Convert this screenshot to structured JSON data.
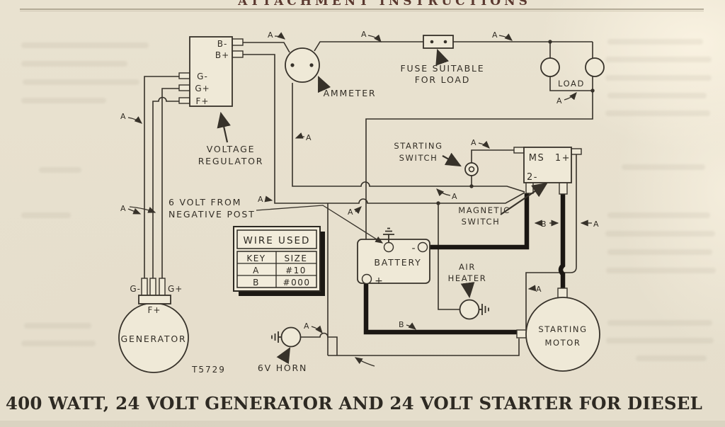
{
  "page": {
    "header": "ATTACHMENT INSTRUCTIONS",
    "caption": "400 WATT, 24 VOLT GENERATOR AND 24 VOLT STARTER FOR DIESEL",
    "drawing_number": "T5729"
  },
  "colors": {
    "paper": "#e9e2d0",
    "ink": "#37322a",
    "heavy_wire": "#1b1713",
    "header_ink": "#5a382f"
  },
  "wire_table": {
    "title": "WIRE USED",
    "key_header": "KEY",
    "size_header": "SIZE",
    "rows": [
      {
        "key": "A",
        "size": "#10"
      },
      {
        "key": "B",
        "size": "#000"
      }
    ]
  },
  "callouts": {
    "wire_a": "A",
    "wire_b": "B"
  },
  "labels": {
    "vr_b_minus": "B-",
    "vr_b_plus": "B+",
    "vr_g_minus": "G-",
    "vr_g_plus": "G+",
    "vr_f_plus": "F+",
    "vr_line1": "VOLTAGE",
    "vr_line2": "REGULATOR",
    "ammeter": "AMMETER",
    "fuse_line1": "FUSE SUITABLE",
    "fuse_line2": "FOR LOAD",
    "load": "LOAD",
    "switch_line1": "STARTING",
    "switch_line2": "SWITCH",
    "ms": "MS",
    "ms_1_plus": "1+",
    "ms_2_minus": "2-",
    "mag_line1": "MAGNETIC",
    "mag_line2": "SWITCH",
    "six_volt_line1": "6 VOLT FROM",
    "six_volt_line2": "NEGATIVE POST",
    "battery": "BATTERY",
    "battery_minus": "-",
    "battery_plus": "+",
    "air_line1": "AIR",
    "air_line2": "HEATER",
    "motor_line1": "STARTING",
    "motor_line2": "MOTOR",
    "generator": "GENERATOR",
    "gen_g_minus": "G-",
    "gen_g_plus": "G+",
    "gen_f_plus": "F+",
    "horn": "6V HORN"
  }
}
